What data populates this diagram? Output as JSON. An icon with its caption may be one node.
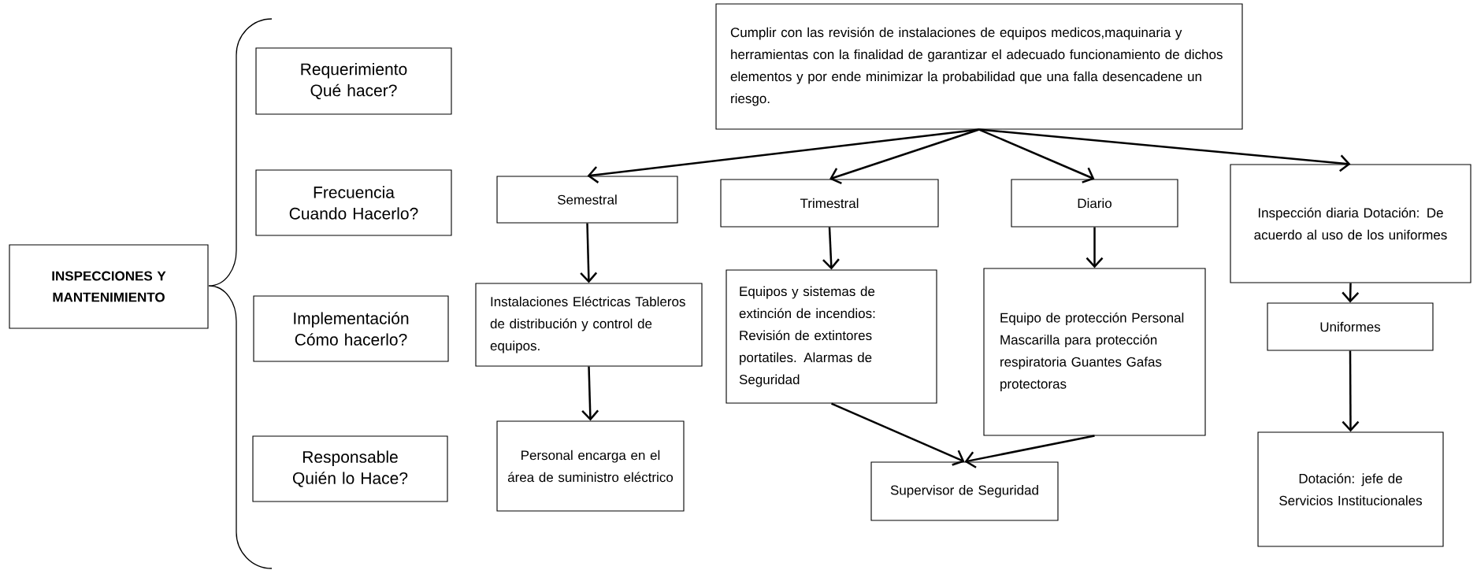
{
  "diagram": {
    "nodes": [
      {
        "text": [
          "INSPECCIONES Y MANTENIMIENTO"
        ]
      },
      {
        "text": [
          "Requerimiento Qué hacer?"
        ]
      },
      {
        "text": [
          "Frecuencia Cuando Hacerlo?"
        ]
      },
      {
        "text": [
          "Implementación Cómo hacerlo?"
        ]
      },
      {
        "text": [
          "Responsable Quién lo Hace?"
        ]
      },
      {
        "text": [
          "Cumplir con las revisión de instalaciones de equipos medicos,maquinaria y herramientas con la finalidad de garantizar el adecuado funcionamiento de dichos elementos y por ende minimizar la probabilidad que una falla desencadene un riesgo."
        ]
      },
      {
        "text": [
          "Semestral"
        ]
      },
      {
        "text": [
          "Trimestral"
        ]
      },
      {
        "text": [
          "Diario"
        ]
      },
      {
        "text": [
          "Inspección diaria Dotación: De acuerdo al uso de los uniformes"
        ]
      },
      {
        "text": [
          "Instalaciones Eléctricas Tableros de distribución y control de equipos."
        ]
      },
      {
        "text": [
          "Equipos y sistemas de extinción de incendios: Revisión de extintores portatiles. Alarmas de Seguridad"
        ]
      },
      {
        "text": [
          "Equipo de protección Personal Mascarilla para protección respiratoria Guantes Gafas protectoras"
        ]
      },
      {
        "text": [
          "Uniformes"
        ]
      },
      {
        "text": [
          "Personal encarga en el área de suministro eléctrico"
        ]
      },
      {
        "text": [
          "Supervisor de Seguridad"
        ]
      },
      {
        "text": [
          "Dotación: jefe de Servicios Institucionales"
        ]
      }
    ],
    "edges": [
      {
        "from": 5,
        "to": 6,
        "arrow": "to"
      },
      {
        "from": 5,
        "to": 7,
        "arrow": "to"
      },
      {
        "from": 5,
        "to": 8,
        "arrow": "to"
      },
      {
        "from": 5,
        "to": 9,
        "arrow": "to"
      },
      {
        "from": 6,
        "to": 10,
        "arrow": "to"
      },
      {
        "from": 10,
        "to": 14,
        "arrow": "to"
      },
      {
        "from": 7,
        "to": 11,
        "arrow": "to"
      },
      {
        "from": 8,
        "to": 12,
        "arrow": "to"
      },
      {
        "from": 11,
        "to": 15,
        "arrow": "to"
      },
      {
        "from": 12,
        "to": 15,
        "arrow": "to"
      },
      {
        "from": 9,
        "to": 13,
        "arrow": "to"
      },
      {
        "from": 13,
        "to": 16,
        "arrow": "to"
      }
    ]
  }
}
